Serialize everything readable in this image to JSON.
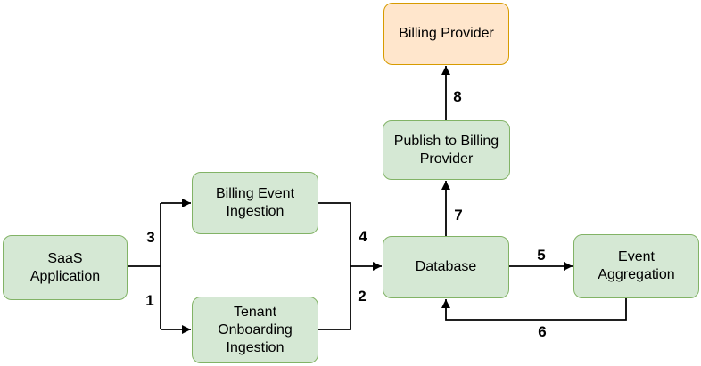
{
  "nodes": [
    {
      "id": "saas-application",
      "label": "SaaS\nApplication",
      "style": "green"
    },
    {
      "id": "billing-event-ingestion",
      "label": "Billing Event\nIngestion",
      "style": "green"
    },
    {
      "id": "tenant-onboarding-ingestion",
      "label": "Tenant\nOnboarding\nIngestion",
      "style": "green"
    },
    {
      "id": "database",
      "label": "Database",
      "style": "green"
    },
    {
      "id": "event-aggregation",
      "label": "Event\nAggregation",
      "style": "green"
    },
    {
      "id": "publish-to-billing-provider",
      "label": "Publish to Billing\nProvider",
      "style": "green"
    },
    {
      "id": "billing-provider",
      "label": "Billing Provider",
      "style": "orange"
    }
  ],
  "edges": [
    {
      "from": "saas-application",
      "to": "billing-event-ingestion",
      "label": "3"
    },
    {
      "from": "saas-application",
      "to": "tenant-onboarding-ingestion",
      "label": "1"
    },
    {
      "from": "billing-event-ingestion",
      "to": "database",
      "label": "4"
    },
    {
      "from": "tenant-onboarding-ingestion",
      "to": "database",
      "label": "2"
    },
    {
      "from": "database",
      "to": "event-aggregation",
      "label": "5"
    },
    {
      "from": "event-aggregation",
      "to": "database",
      "label": "6"
    },
    {
      "from": "database",
      "to": "publish-to-billing-provider",
      "label": "7"
    },
    {
      "from": "publish-to-billing-provider",
      "to": "billing-provider",
      "label": "8"
    }
  ],
  "colors": {
    "node_green_fill": "#d5e8d4",
    "node_green_border": "#82b366",
    "node_orange_fill": "#ffe6cc",
    "node_orange_border": "#d79b00",
    "arrow": "#000000",
    "text": "#000000",
    "background": "#ffffff"
  }
}
